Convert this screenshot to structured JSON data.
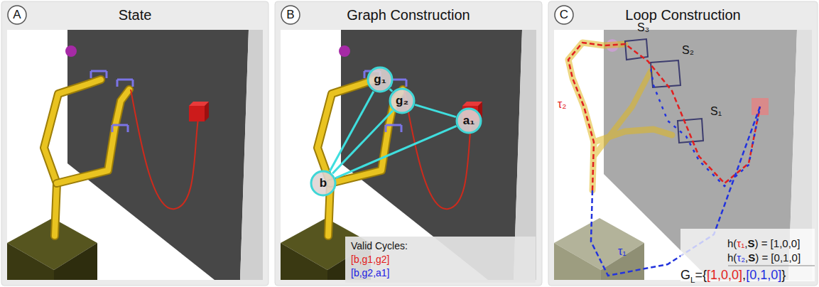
{
  "diagram": {
    "nodes": [
      {
        "text": [
          "State"
        ]
      },
      {
        "text": [
          "A"
        ],
        "in": 0
      },
      {
        "text": [
          "Graph Construction"
        ]
      },
      {
        "text": [
          "B"
        ],
        "in": 2
      },
      {
        "text": [
          "g₁"
        ],
        "in": 2
      },
      {
        "text": [
          "g₂"
        ],
        "in": 2
      },
      {
        "text": [
          "a₁"
        ],
        "in": 2
      },
      {
        "text": [
          "b"
        ],
        "in": 2
      },
      {
        "text": [
          "Valid Cycles:",
          "[b,g1,g2]",
          "[b,g2,a1]"
        ],
        "in": 2
      },
      {
        "text": [
          "Loop Construction"
        ]
      },
      {
        "text": [
          "C"
        ],
        "in": 9
      }
    ],
    "edges": [
      {
        "from": 7,
        "to": 4,
        "arrow": "none"
      },
      {
        "from": 7,
        "to": 5,
        "arrow": "none"
      },
      {
        "from": 7,
        "to": 6,
        "arrow": "none"
      },
      {
        "from": 4,
        "to": 5,
        "arrow": "none"
      },
      {
        "from": 5,
        "to": 6,
        "arrow": "none"
      }
    ],
    "labels": [
      "S₃",
      "S₂",
      "S₁",
      "τ₂",
      "h(τ₁,S) = [1,0,0]",
      "h(τ₂,S) = [0,1,0]",
      "τ₁",
      "GL={[1,0,0],[0,1,0]}"
    ]
  }
}
